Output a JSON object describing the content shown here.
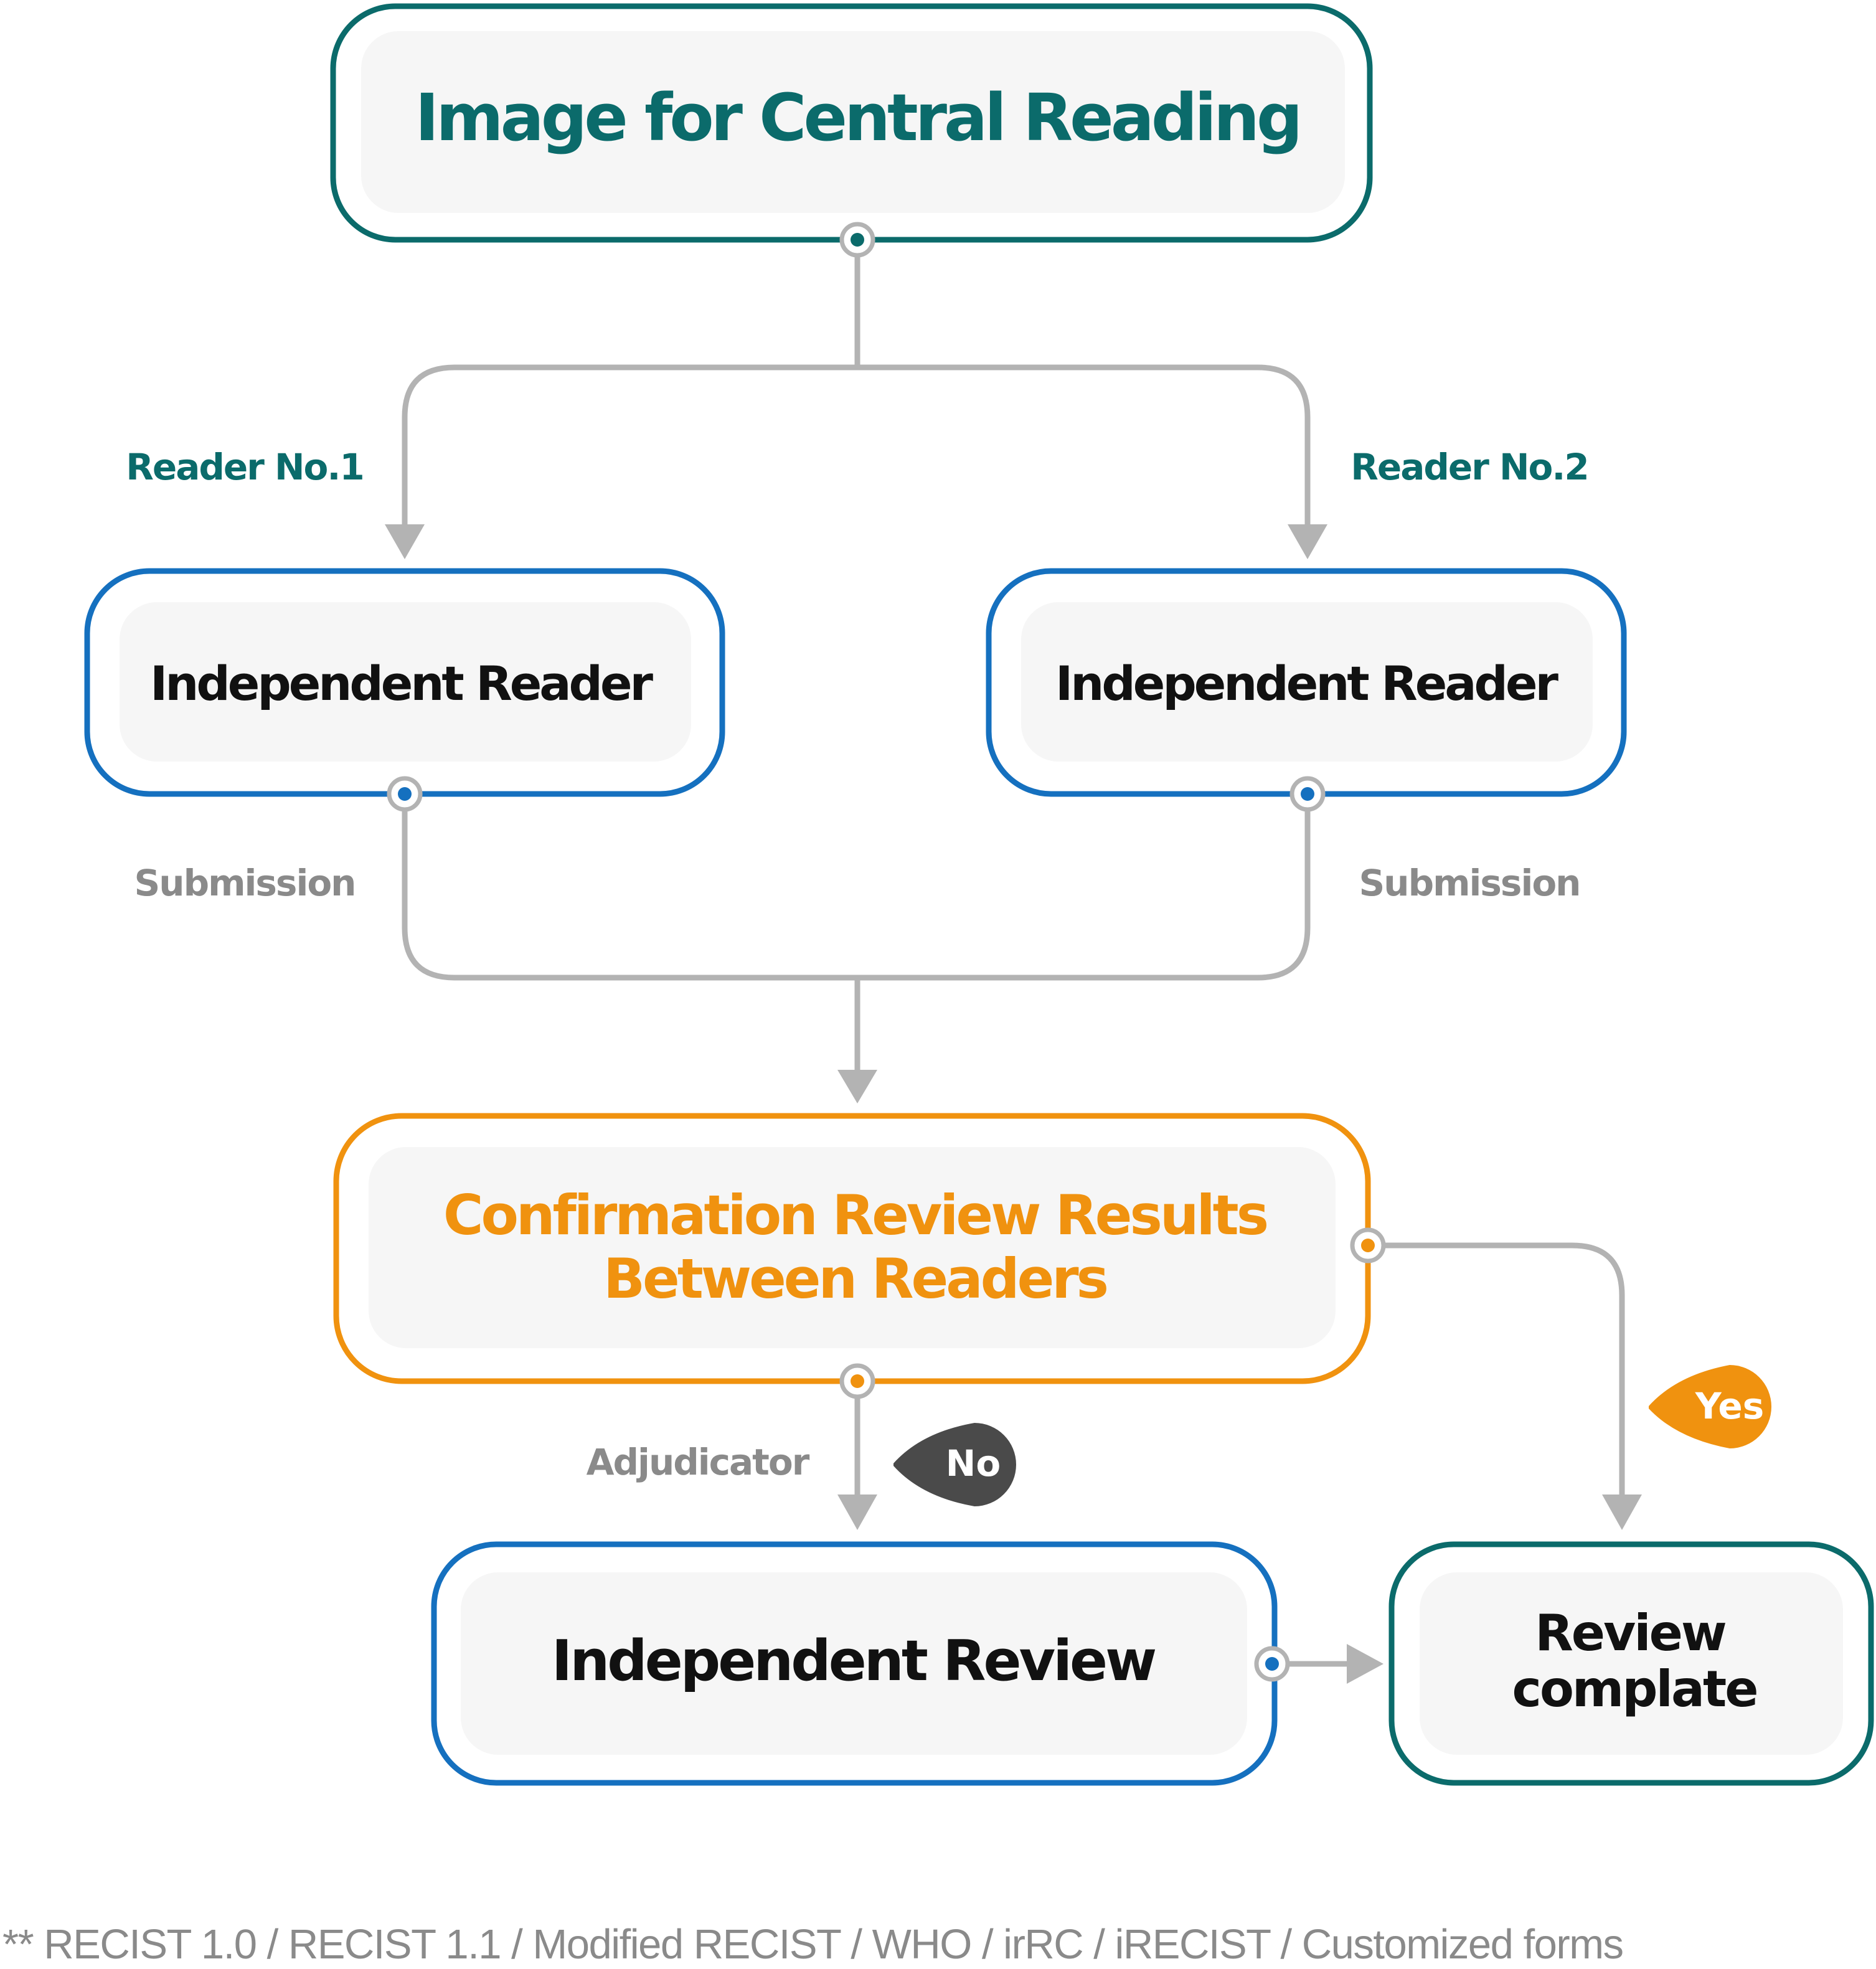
{
  "colors": {
    "teal": "#0b6b6b",
    "blue": "#1570bf",
    "orange": "#f0920f",
    "gray": "#b3b3b3",
    "label_gray": "#8a8a8a",
    "dark": "#4a4a4a",
    "box_fill": "#f6f6f6",
    "text_dark": "#111111"
  },
  "nodes": {
    "central": {
      "label": "Image for Central Reading"
    },
    "reader1": {
      "label": "Independent Reader"
    },
    "reader2": {
      "label": "Independent Reader"
    },
    "confirmation": {
      "line1": "Confirmation Review Results",
      "line2": "Between Readers"
    },
    "review": {
      "label": "Independent Review"
    },
    "complete": {
      "line1": "Review",
      "line2": "complate"
    }
  },
  "edge_labels": {
    "reader1": "Reader No.1",
    "reader2": "Reader No.2",
    "submission1": "Submission",
    "submission2": "Submission",
    "adjudicator": "Adjudicator",
    "no": "No",
    "yes": "Yes"
  },
  "footnote": "** RECIST 1.0 / RECIST 1.1 / Modified RECIST / WHO / irRC / iRECIST / Customized forms"
}
